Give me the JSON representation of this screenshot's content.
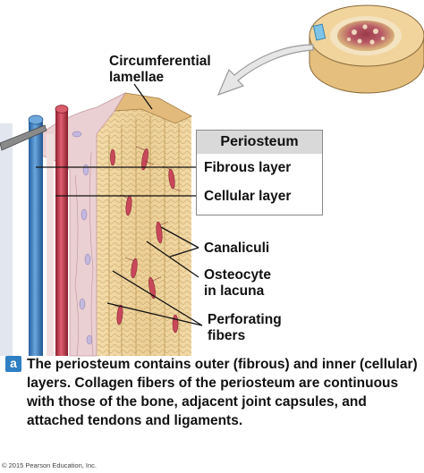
{
  "labels": {
    "circumferential": "Circumferential",
    "lamellae": "lamellae",
    "periosteum_header": "Periosteum",
    "fibrous_layer": "Fibrous layer",
    "cellular_layer": "Cellular layer",
    "canaliculi": "Canaliculi",
    "osteocyte": "Osteocyte",
    "in_lacuna": "in lacuna",
    "perforating": "Perforating",
    "fibers": "fibers"
  },
  "caption": {
    "tag": "a",
    "text": "The periosteum contains outer (fibrous) and inner (cellular) layers. Collagen fibers of the periosteum are continuous with those of the bone, adjacent joint capsules, and attached tendons and ligaments."
  },
  "credit": "© 2015 Pearson Education, Inc.",
  "colors": {
    "tag_blue": "#2f7fc3",
    "vein_blue": "#3d7fc2",
    "artery_red": "#c23a4a",
    "bone_tan": "#e8c98e",
    "osteocyte": "#c8485a",
    "periosteum_pink": "#e9c6c8"
  }
}
